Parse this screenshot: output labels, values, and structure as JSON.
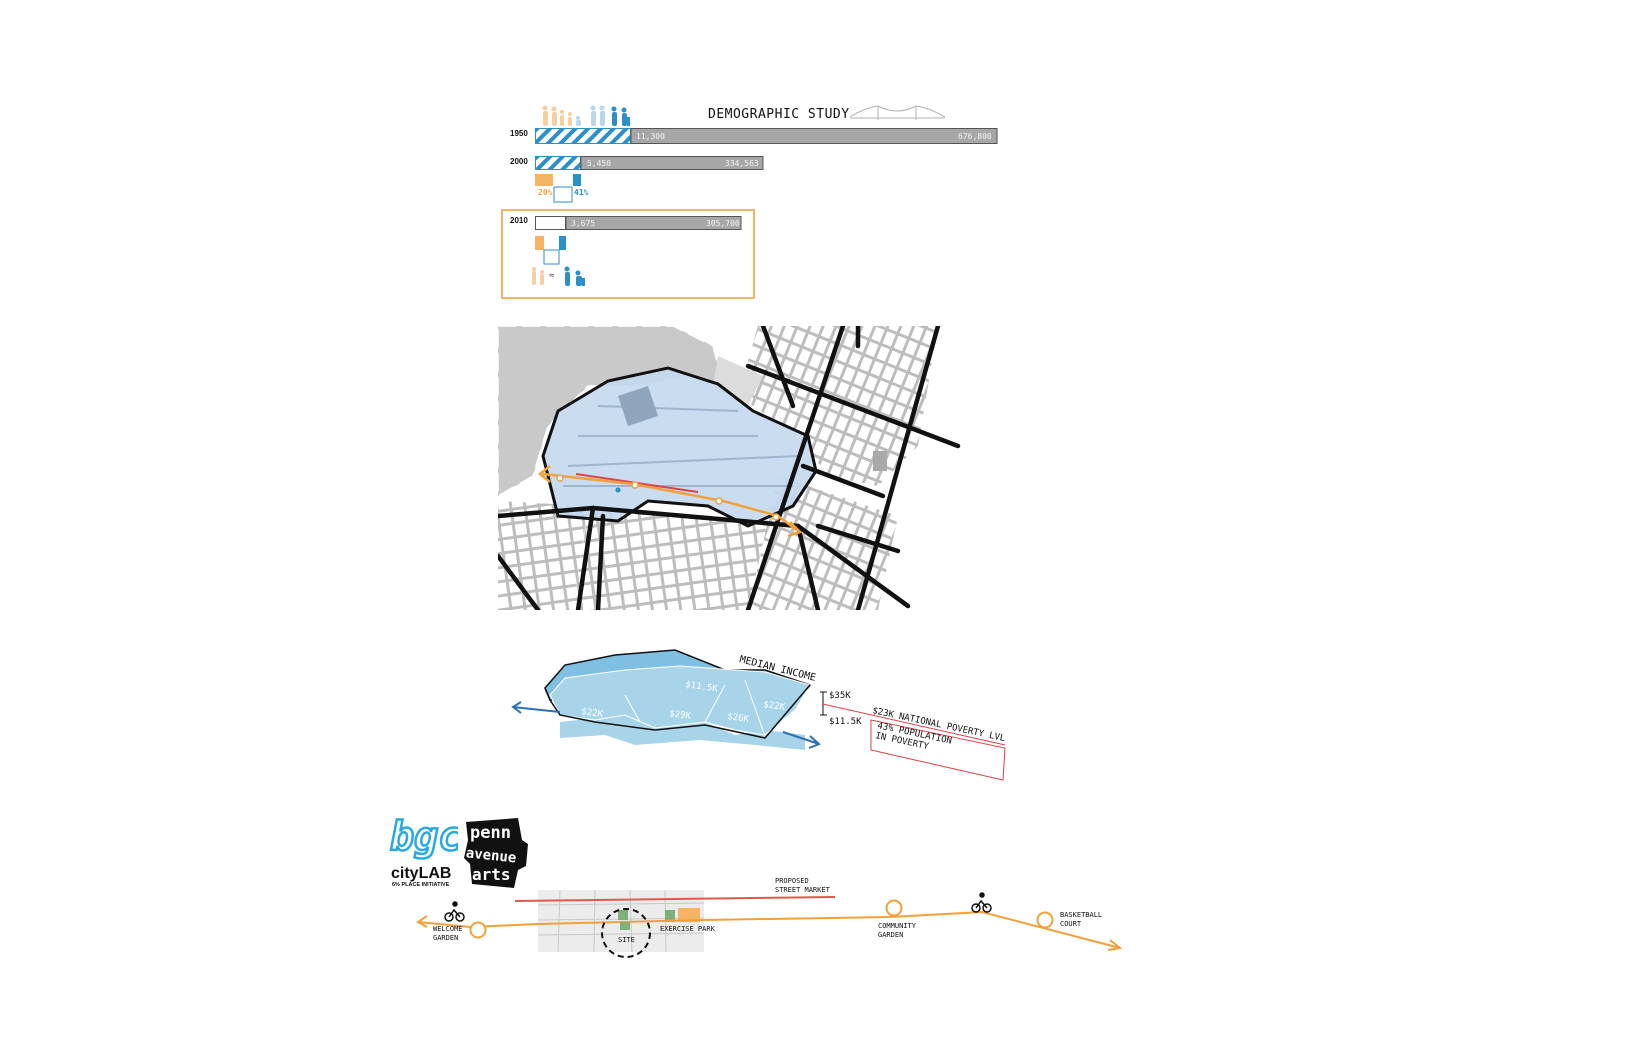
{
  "demographic": {
    "title": "DEMOGRAPHIC STUDY",
    "rows": [
      {
        "year": "1950",
        "local": "11,300",
        "city": "676,800"
      },
      {
        "year": "2000",
        "local": "5,450",
        "city": "334,563",
        "pct_a": "20%",
        "pct_b": "41%"
      },
      {
        "year": "2010",
        "local": "3,675",
        "city": "305,700",
        "approx": "≈"
      }
    ]
  },
  "income": {
    "title": "MEDIAN INCOME",
    "zones": [
      "$11.5K",
      "$22K",
      "$29K",
      "$26K",
      "$22K"
    ],
    "scale_top": "$35K",
    "scale_bottom": "$11.5K",
    "poverty_line": "$23K NATIONAL POVERTY LVL",
    "poverty_pct_line1": "43% POPULATION",
    "poverty_pct_line2": "IN POVERTY"
  },
  "logos": {
    "bgc": "bgc",
    "citylab": "cityLAB",
    "citylab_sub": "6% PLACE INITIATIVE",
    "penn": [
      "penn",
      "avenue",
      "arts"
    ]
  },
  "route": {
    "proposed_1": "PROPOSED",
    "proposed_2": "STREET MARKET",
    "welcome_1": "WELCOME",
    "welcome_2": "GARDEN",
    "site": "SITE",
    "exercise": "EXERCISE PARK",
    "community_1": "COMMUNITY",
    "community_2": "GARDEN",
    "basketball_1": "BASKETBALL",
    "basketball_2": "COURT"
  },
  "colors": {
    "orange": "#f4a03a",
    "blue": "#2b8fc9",
    "light_blue": "#a8d4ea",
    "grey": "#a7a7a7",
    "red": "#e0414b"
  }
}
